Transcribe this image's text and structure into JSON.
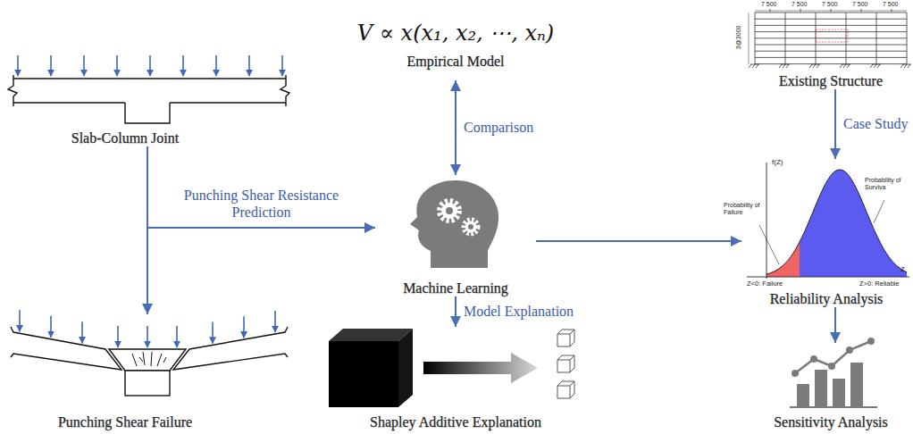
{
  "diagram": {
    "nodes": [
      {
        "text": [
          "Slab-Column Joint"
        ]
      },
      {
        "text": [
          "Punching Shear Failure"
        ]
      },
      {
        "text": [
          "V ∝ x(x₁, x₂, ⋯, xₙ)",
          "Empirical Model"
        ]
      },
      {
        "text": [
          "Machine Learning"
        ]
      },
      {
        "text": [
          "Shapley Additive Explanation"
        ]
      },
      {
        "text": [
          "Existing Structure"
        ]
      },
      {
        "text": [
          "Reliability Analysis"
        ]
      },
      {
        "text": [
          "Sensitivity Analysis"
        ]
      }
    ],
    "edges": [
      {
        "from": 0,
        "to": 1,
        "arrow": "to"
      },
      {
        "from": 0,
        "to": 3,
        "label": "Punching Shear Resistance Prediction",
        "arrow": "to"
      },
      {
        "from": 2,
        "to": 3,
        "label": "Comparison",
        "arrow": "both"
      },
      {
        "from": 3,
        "to": 4,
        "label": "Model Explanation",
        "arrow": "to"
      },
      {
        "from": 3,
        "to": 6,
        "arrow": "to"
      },
      {
        "from": 5,
        "to": 6,
        "label": "Case Study",
        "arrow": "to"
      },
      {
        "from": 6,
        "to": 7,
        "arrow": "to"
      }
    ],
    "labels": [
      "7 500",
      "7 500",
      "7 500",
      "7 500",
      "7 500",
      "3@3000",
      "f(Z)",
      "Probability of Failure",
      "Probability of Surviva",
      "Z<0: Failure",
      "Z>0: Reliable",
      "Z"
    ]
  }
}
